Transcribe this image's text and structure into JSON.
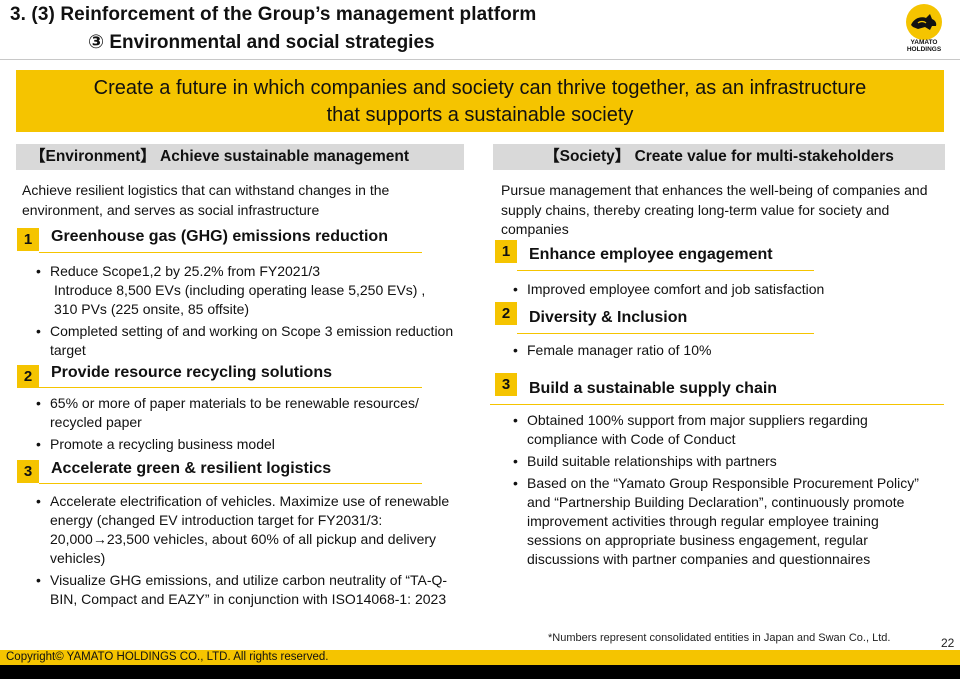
{
  "header": {
    "title_line1": "3. (3) Reinforcement of the Group’s management platform",
    "title_line2": "③ Environmental and social strategies",
    "logo_text": "YAMATO HOLDINGS"
  },
  "banner": {
    "line1": "Create a future in which companies and society can thrive together, as an infrastructure",
    "line2": "that supports a sustainable society"
  },
  "environment": {
    "heading": "【Environment】 Achieve sustainable management",
    "intro": "Achieve resilient logistics that can withstand changes in the environment, and serves as social infrastructure",
    "items": [
      {
        "number": "1",
        "title": "Greenhouse gas (GHG) emissions reduction",
        "bullets": [
          "Reduce Scope1,2 by 25.2% from FY2021/3",
          "Completed setting of and working on Scope 3 emission reduction target"
        ],
        "sub_lines": [
          "Introduce 8,500 EVs  (including operating lease 5,250 EVs) ,",
          "310 PVs (225 onsite, 85 offsite)"
        ]
      },
      {
        "number": "2",
        "title": "Provide resource recycling solutions",
        "bullets": [
          "65% or more of paper materials to be renewable resources/ recycled paper",
          "Promote a recycling business model"
        ]
      },
      {
        "number": "3",
        "title": "Accelerate green & resilient logistics",
        "bullets": [
          "Accelerate electrification of vehicles. Maximize use of renewable energy (changed EV introduction target for FY2031/3: 20,000→23,500 vehicles, about 60% of all pickup and delivery vehicles)",
          "Visualize GHG emissions, and utilize carbon neutrality of “TA-Q-BIN, Compact and EAZY” in conjunction with ISO14068-1: 2023"
        ]
      }
    ]
  },
  "society": {
    "heading": "【Society】 Create value for multi-stakeholders",
    "intro": "Pursue management that enhances the well-being of companies and supply chains, thereby creating long-term value for society and companies",
    "items": [
      {
        "number": "1",
        "title": "Enhance employee engagement",
        "bullets": [
          "Improved employee comfort and job satisfaction"
        ]
      },
      {
        "number": "2",
        "title": "Diversity & Inclusion",
        "bullets": [
          "Female manager ratio of 10%"
        ]
      },
      {
        "number": "3",
        "title": "Build a sustainable supply chain",
        "bullets": [
          "Obtained 100% support from major suppliers regarding compliance with Code of Conduct",
          "Build suitable relationships with partners",
          "Based on the “Yamato Group Responsible Procurement Policy” and “Partnership Building Declaration”, continuously promote improvement activities through regular employee training sessions on appropriate business engagement, regular discussions with partner companies and questionnaires"
        ]
      }
    ]
  },
  "footer": {
    "footnote": "*Numbers represent consolidated entities in Japan and Swan Co., Ltd.",
    "page_number": "22",
    "copyright": "Copyright© YAMATO HOLDINGS CO., LTD. All rights reserved."
  },
  "colors": {
    "accent": "#f5c400",
    "section_header": "#d9d9d9",
    "bottom_strip": "#000000"
  }
}
